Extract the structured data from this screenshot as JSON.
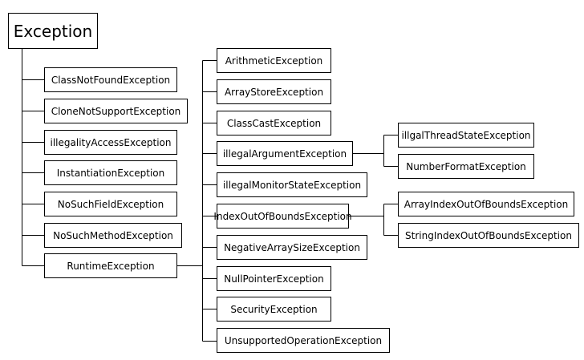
{
  "root": "Exception",
  "checked": [
    "ClassNotFoundException",
    "CloneNotSupportException",
    "illegalityAccessException",
    "InstantiationException",
    "NoSuchFieldException",
    "NoSuchMethodException",
    "RuntimeException"
  ],
  "runtime": [
    "ArithmeticException",
    "ArrayStoreException",
    "ClassCastException",
    "illegalArgumentException",
    "illegalMonitorStateException",
    "IndexOutOfBoundsException",
    "NegativeArraySizeException",
    "NullPointerException",
    "SecurityException",
    "UnsupportedOperationException"
  ],
  "illegal_argument_children": [
    "illgalThreadStateException",
    "NumberFormatException"
  ],
  "index_children": [
    "ArrayIndexOutOfBoundsException",
    "StringIndexOutOfBoundsException"
  ]
}
